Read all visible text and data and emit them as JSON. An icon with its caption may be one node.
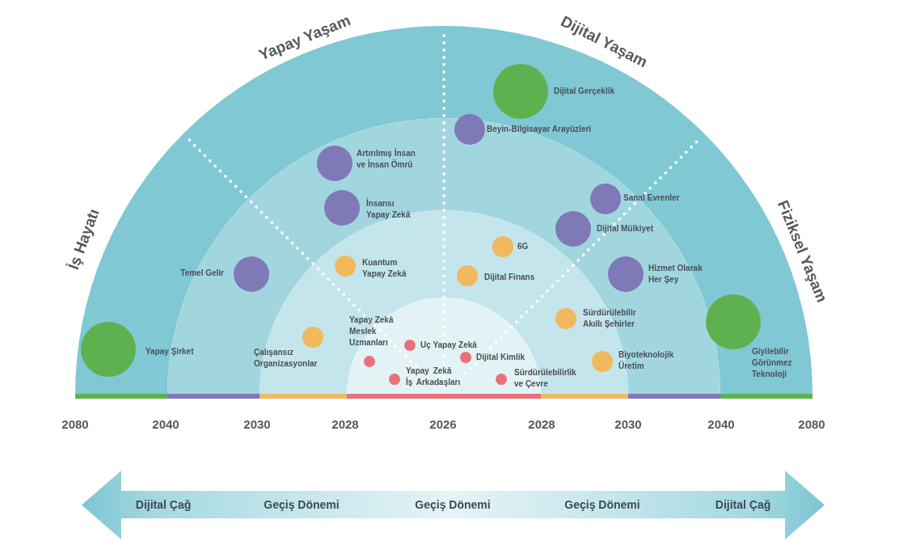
{
  "diagram": {
    "nodes": [
      {
        "text": [],
        "shape": "circle",
        "beside": [
          "Dijital Gerçeklik"
        ]
      },
      {
        "text": [],
        "shape": "circle",
        "beside": [
          "Beyin-Bilgisayar Arayüzleri"
        ]
      },
      {
        "text": [],
        "shape": "circle",
        "beside": [
          "Artırılmış İnsan ve İnsan Ömrü"
        ]
      },
      {
        "text": [],
        "shape": "circle",
        "beside": [
          "Sanal Evrenler"
        ]
      },
      {
        "text": [],
        "shape": "circle",
        "beside": [
          "İnsansı Yapay Zekâ"
        ]
      },
      {
        "text": [],
        "shape": "circle",
        "beside": [
          "Dijital Mülkiyet"
        ]
      },
      {
        "text": [],
        "shape": "circle",
        "beside": [
          "6G"
        ]
      },
      {
        "text": [],
        "shape": "circle",
        "beside": [
          "Kuantum Yapay Zekâ"
        ]
      },
      {
        "text": [],
        "shape": "circle",
        "beside": [
          "Temel Gelir"
        ]
      },
      {
        "text": [],
        "shape": "circle",
        "beside": [
          "Hizmet Olarak Her Şey"
        ]
      },
      {
        "text": [],
        "shape": "circle",
        "beside": [
          "Dijital Finans"
        ]
      },
      {
        "text": [],
        "shape": "circle",
        "beside": [
          "Sürdürülebilir Akıllı Şehirler"
        ]
      },
      {
        "text": [],
        "shape": "circle",
        "beside": [
          "Giyilebilir Görünmez Teknoloji"
        ]
      },
      {
        "text": [],
        "shape": "circle",
        "beside": [
          "Çalışansız Organizasyonlar"
        ]
      },
      {
        "text": [],
        "shape": "circle",
        "beside": [
          "Uç Yapay Zekâ"
        ]
      },
      {
        "text": [],
        "shape": "circle",
        "beside": [
          "Yapay Şirket"
        ]
      },
      {
        "text": [],
        "shape": "circle",
        "beside": [
          "Dijital Kimlik"
        ]
      },
      {
        "text": [],
        "shape": "circle",
        "beside": [
          "Yapay Zekâ Meslek Uzmanları"
        ]
      },
      {
        "text": [],
        "shape": "circle",
        "beside": [
          "Biyoteknolojik Üretim"
        ]
      },
      {
        "text": [],
        "shape": "circle",
        "beside": [
          "Yapay Zekâ İş Arkadaşları"
        ]
      },
      {
        "text": [],
        "shape": "circle",
        "beside": [
          "Sürdürülebilirlik ve Çevre"
        ]
      },
      {
        "text": [
          "Dijital Çağ",
          "Geçiş Dönemi",
          "Geçiş Dönemi",
          "Geçiş Dönemi",
          "Dijital Çağ"
        ]
      }
    ],
    "labels": [
      "Yapay Yaşam",
      "Dijital Yaşam",
      "İş Hayatı",
      "Fiziksel Yaşam",
      "2080",
      "2040",
      "2030",
      "2028",
      "2026",
      "2028",
      "2030",
      "2040",
      "2080"
    ]
  }
}
